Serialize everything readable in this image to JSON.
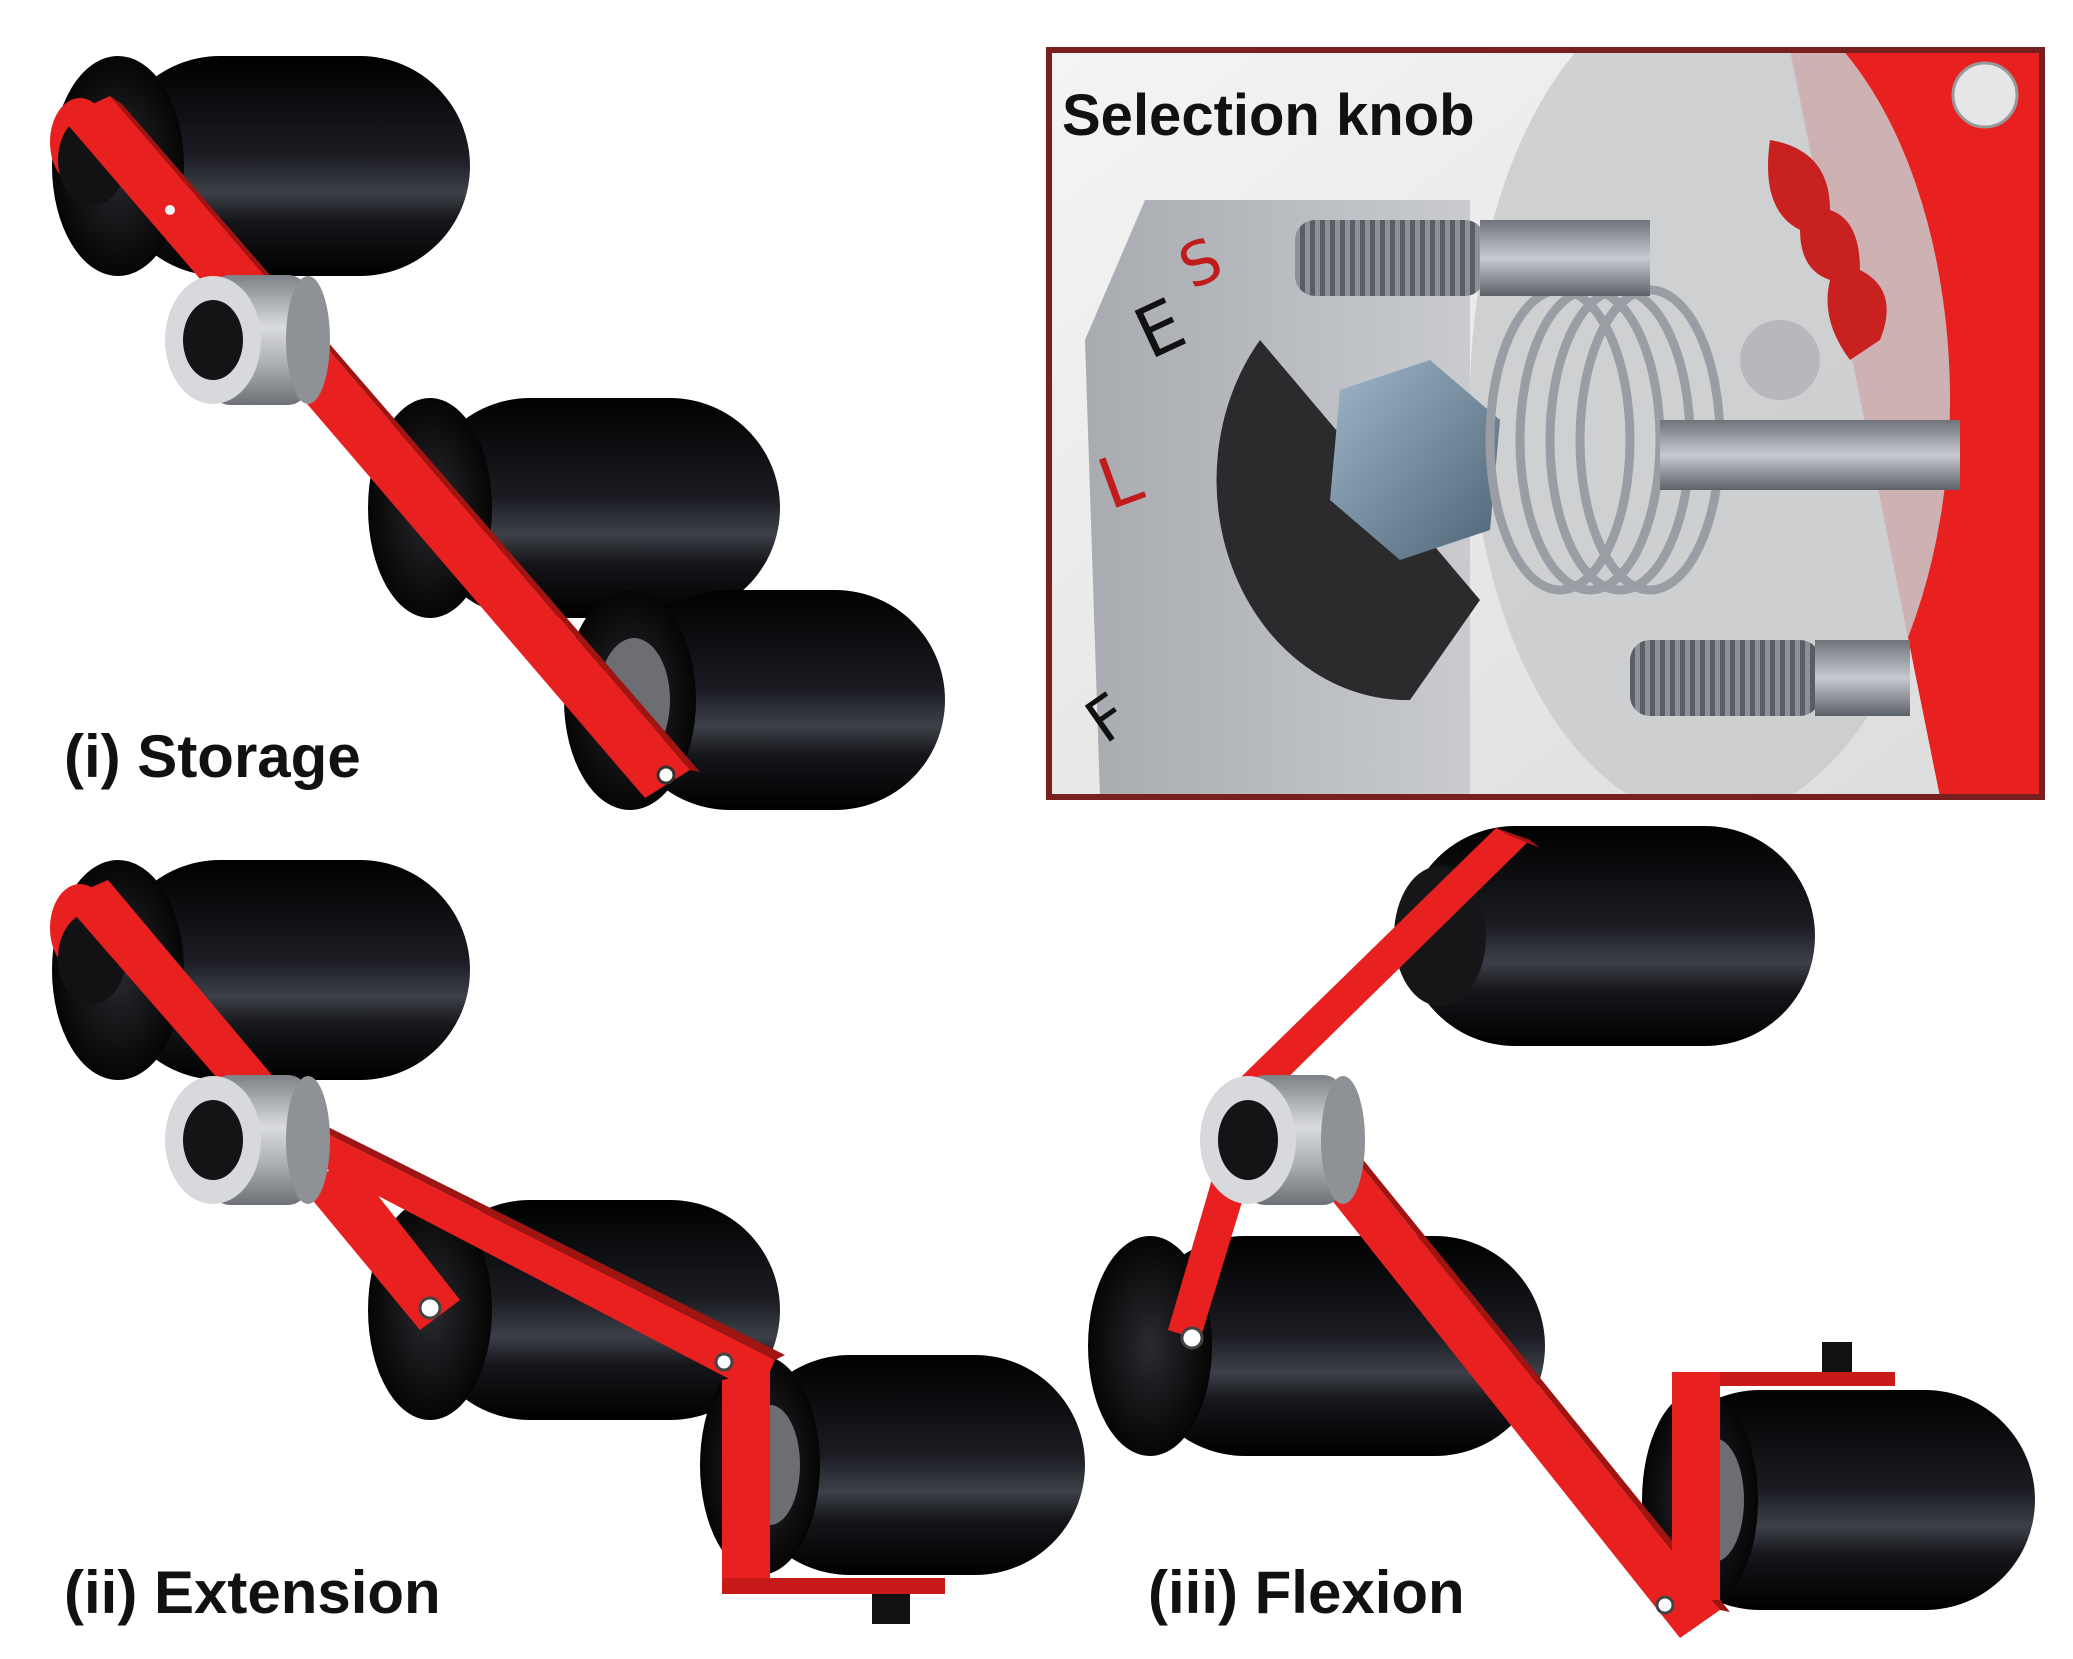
{
  "inset": {
    "title": "Selection knob",
    "dial_letters": [
      "F",
      "L",
      "E",
      "S"
    ]
  },
  "panels": [
    {
      "label": "(i) Storage"
    },
    {
      "label": "(ii) Extension"
    },
    {
      "label": "(iii) Flexion"
    }
  ],
  "colors": {
    "link_red": "#e8201f",
    "roller_black": "#0b0b0d",
    "knob_silver": "#b9bcc0",
    "inset_frame": "#7a1f1f",
    "background": "#ffffff"
  }
}
